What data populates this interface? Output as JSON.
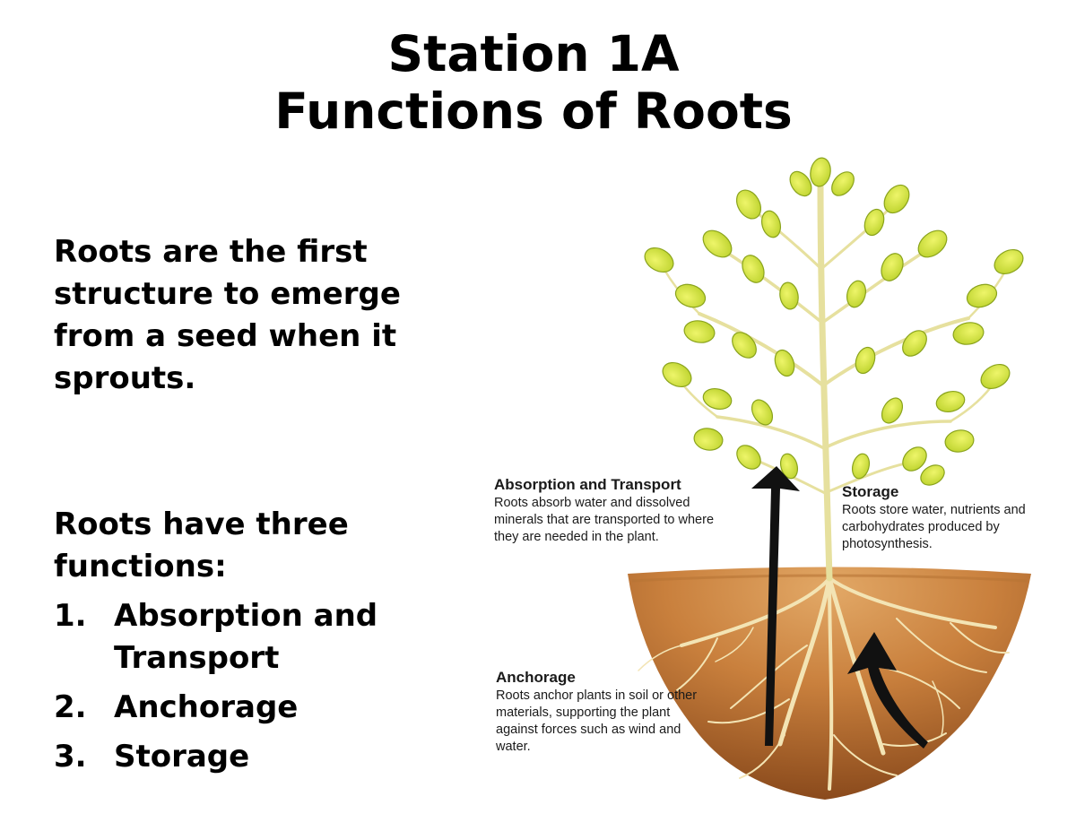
{
  "title": {
    "line1": "Station 1A",
    "line2": "Functions of Roots"
  },
  "intro": "Roots are the first structure to emerge from a seed when it sprouts.",
  "functions_heading": "Roots have three functions:",
  "functions": [
    {
      "number": "1.",
      "label": "Absorption and Transport"
    },
    {
      "number": "2.",
      "label": "Anchorage"
    },
    {
      "number": "3.",
      "label": "Storage"
    }
  ],
  "diagram": {
    "callouts": {
      "absorption": {
        "title": "Absorption and Transport",
        "text": "Roots absorb water and dissolved minerals that are transported to where they are needed in the plant."
      },
      "storage": {
        "title": "Storage",
        "text": "Roots store water, nutrients and carbohydrates produced by photosynthesis."
      },
      "anchorage": {
        "title": "Anchorage",
        "text": "Roots anchor plants in soil or other materials, supporting the plant against forces such as wind and water."
      }
    },
    "colors": {
      "leaf": "#d4e63a",
      "leaf_outline": "#8aa31c",
      "branch": "#e8e3a0",
      "soil_light": "#d99a55",
      "soil_dark": "#8a4a1c",
      "root": "#f2e3b3",
      "arrow": "#111111"
    }
  }
}
